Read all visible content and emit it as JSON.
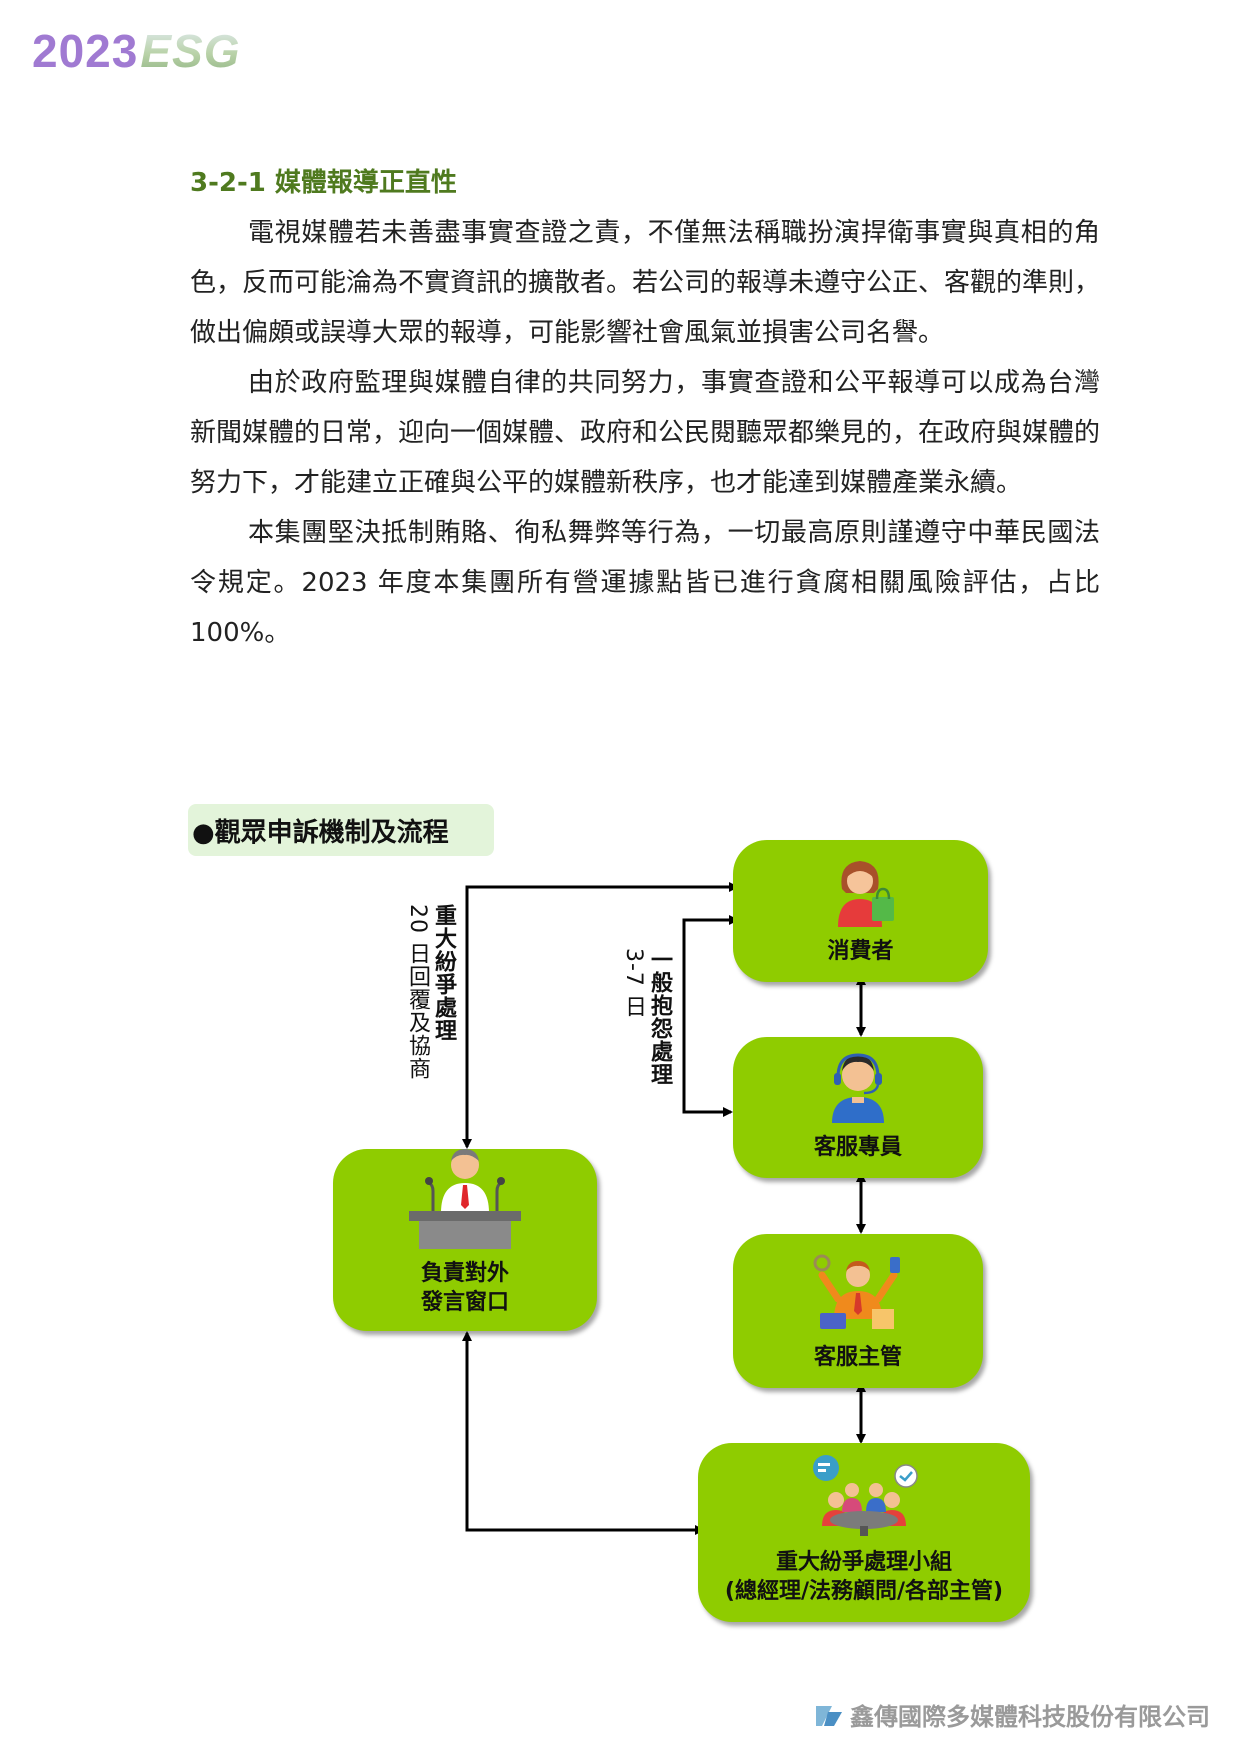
{
  "header": {
    "logo_year": "2023",
    "logo_esg": "ESG"
  },
  "section": {
    "title": "3-2-1 媒體報導正直性"
  },
  "paragraphs": [
    "電視媒體若未善盡事實查證之責，不僅無法稱職扮演捍衛事實與真相的角色，反而可能淪為不實資訊的擴散者。若公司的報導未遵守公正、客觀的準則，做出偏頗或誤導大眾的報導，可能影響社會風氣並損害公司名譽。",
    "由於政府監理與媒體自律的共同努力，事實查證和公平報導可以成為台灣新聞媒體的日常，迎向一個媒體、政府和公民閱聽眾都樂見的，在政府與媒體的努力下，才能建立正確與公平的媒體新秩序，也才能達到媒體產業永續。",
    "本集團堅決抵制賄賂、徇私舞弊等行為，一切最高原則謹遵守中華民國法令規定。2023 年度本集團所有營運據點皆已進行貪腐相關風險評估，占比 100%。"
  ],
  "flow": {
    "title": "●觀眾申訴機制及流程",
    "nodes": {
      "consumer": "消費者",
      "cs_staff": "客服專員",
      "cs_manager": "客服主管",
      "spokesperson_line1": "負責對外",
      "spokesperson_line2": "發言窗口",
      "committee_line1": "重大紛爭處理小組",
      "committee_line2": "(總經理/法務顧問/各部主管)"
    },
    "labels": {
      "major_title": "重大紛爭處理",
      "major_sub": "20 日回覆及協商",
      "general_title": "一般抱怨處理",
      "general_sub": "3-7 日"
    },
    "colors": {
      "node": "#8fcc00",
      "title_bg": "#e3f4da",
      "section": "#4f7a1f"
    }
  },
  "footer": {
    "company": "鑫傳國際多媒體科技股份有限公司"
  }
}
